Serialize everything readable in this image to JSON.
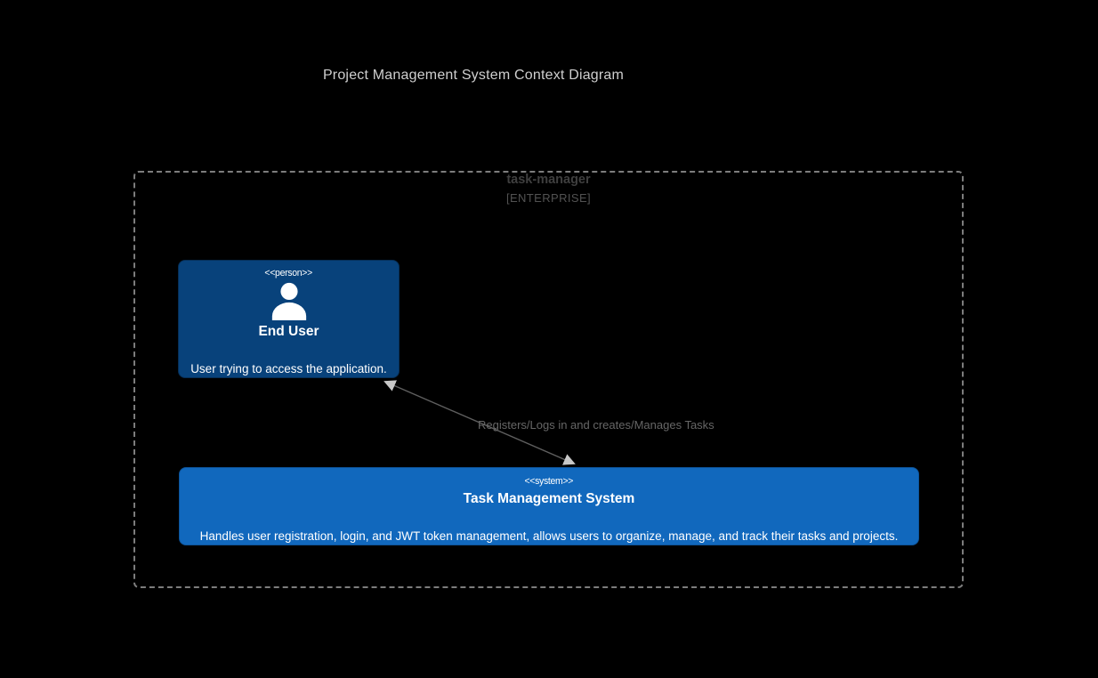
{
  "diagram": {
    "title": "Project Management System Context Diagram",
    "boundary": {
      "name": "task-manager",
      "type_label": "[ENTERPRISE]"
    },
    "person": {
      "stereotype": "<<person>>",
      "name": "End User",
      "description": "User trying to access the application.",
      "icon": "person-icon"
    },
    "system": {
      "stereotype": "<<system>>",
      "name": "Task Management System",
      "description": "Handles user registration, login, and JWT token management, allows users to organize, manage, and track their tasks and projects."
    },
    "relationship": {
      "label": "Registers/Logs in and creates/Manages Tasks",
      "from": "End User",
      "to": "Task Management System",
      "direction": "bidirectional-arrowheads"
    }
  },
  "colors": {
    "background": "#000000",
    "title_color": "#cfcfcf",
    "boundary_border": "#7d7d7d",
    "boundary_name_color": "#3f3f3f",
    "boundary_type_color": "#525252",
    "person_fill": "#08427B",
    "person_border": "#062f57",
    "system_fill": "#1168BD",
    "system_border": "#0d549a",
    "relationship_line": "#5f5f5f",
    "relationship_label": "#666666",
    "arrowhead": "#c8c8c8",
    "node_text": "#ffffff"
  }
}
